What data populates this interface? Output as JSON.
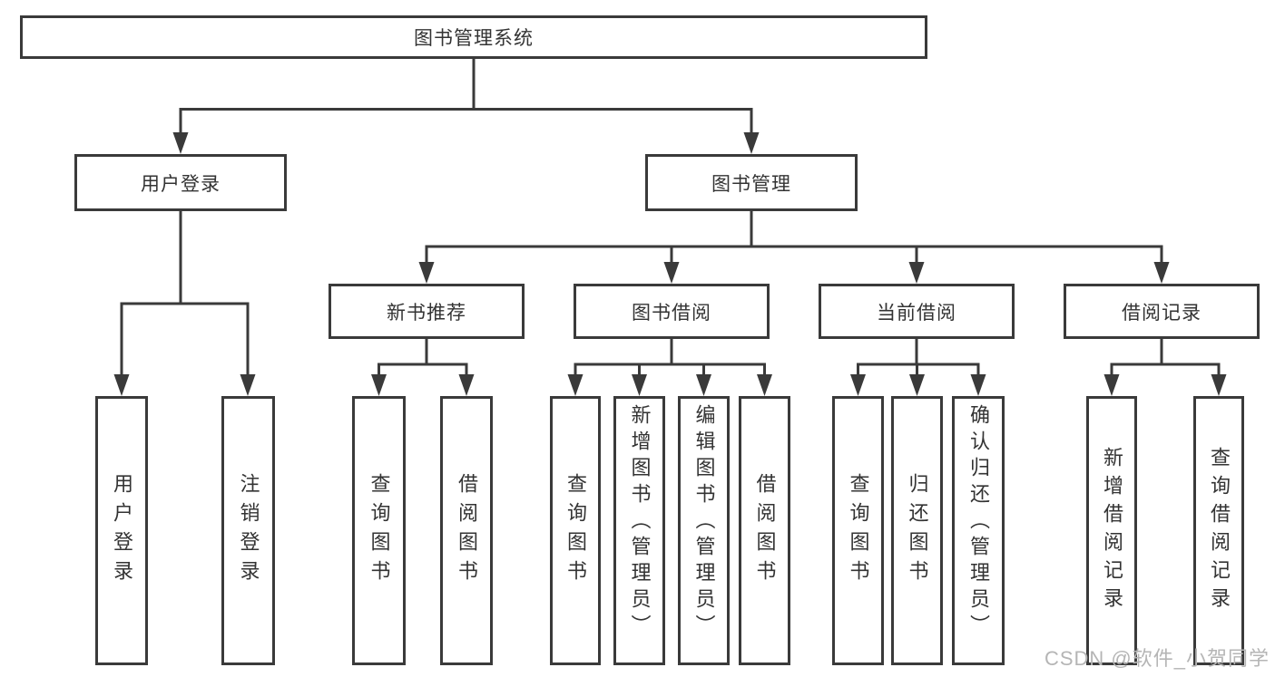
{
  "diagram": {
    "root": {
      "label": "图书管理系统"
    },
    "children": [
      {
        "label": "用户登录",
        "children": [
          {
            "label": "用户登录"
          },
          {
            "label": "注销登录"
          }
        ]
      },
      {
        "label": "图书管理",
        "children": [
          {
            "label": "新书推荐",
            "children": [
              {
                "label": "查询图书"
              },
              {
                "label": "借阅图书"
              }
            ]
          },
          {
            "label": "图书借阅",
            "children": [
              {
                "label": "查询图书"
              },
              {
                "label": "新增图书（管理员）"
              },
              {
                "label": "编辑图书（管理员）"
              },
              {
                "label": "借阅图书"
              }
            ]
          },
          {
            "label": "当前借阅",
            "children": [
              {
                "label": "查询图书"
              },
              {
                "label": "归还图书"
              },
              {
                "label": "确认归还（管理员）"
              }
            ]
          },
          {
            "label": "借阅记录",
            "children": [
              {
                "label": "新增借阅记录"
              },
              {
                "label": "查询借阅记录"
              }
            ]
          }
        ]
      }
    ]
  },
  "watermark": "CSDN @软件_小贺同学",
  "colors": {
    "line": "#3a3a3a",
    "text": "#333333",
    "watermark": "#b5b5b5",
    "background": "#ffffff"
  }
}
